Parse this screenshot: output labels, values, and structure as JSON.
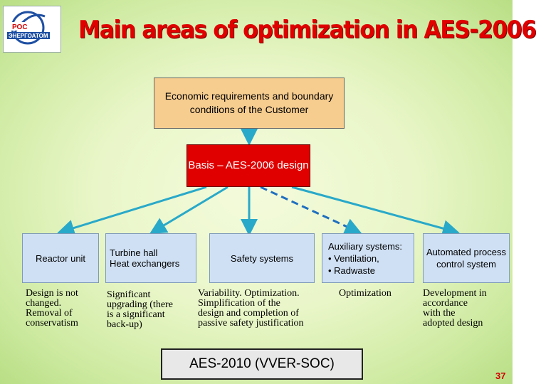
{
  "slide": {
    "title": "Main areas of optimization in AES-2006",
    "page_number": "37"
  },
  "logo": {
    "text_line1": "РОС",
    "text_line2": "ЭНЕРГОАТОМ"
  },
  "boxes": {
    "economic": "Economic requirements and boundary conditions of the Customer",
    "basis": "Basis – AES-2006 design",
    "aes2010": "AES-2010 (VVER-SOC)"
  },
  "categories": [
    {
      "label": "Reactor unit"
    },
    {
      "label": "Turbine hall\nHeat exchangers"
    },
    {
      "label": "Safety systems"
    },
    {
      "label": "Auxiliary systems:\n• Ventilation,\n• Radwaste"
    },
    {
      "label": "Automated process control system"
    }
  ],
  "descriptions": [
    "Design is not\nchanged.\nRemoval of\nconservatism",
    "Significant\nupgrading (there\nis a significant\nback-up)",
    "Variability. Optimization.\nSimplification of the\ndesign and completion of\npassive safety justification",
    "Optimization",
    "Development in\naccordance\nwith the\nadopted design"
  ],
  "colors": {
    "title": "#e00000",
    "economic_box": "#f6cc8f",
    "basis_box": "#e00000",
    "category_box": "#cfe0f4",
    "arrows": "#29a9c9"
  }
}
